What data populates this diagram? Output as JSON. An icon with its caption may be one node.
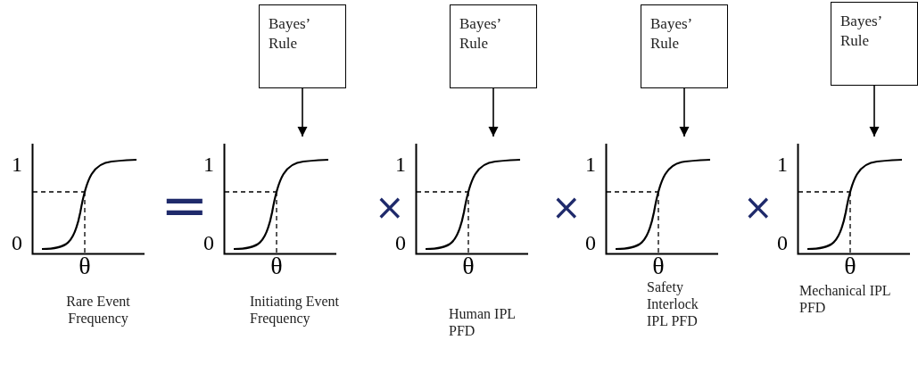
{
  "diagram": {
    "nodes": [
      {
        "text": [
          "Bayes’ Rule"
        ]
      },
      {
        "text": [
          "Bayes’ Rule"
        ]
      },
      {
        "text": [
          "Bayes’ Rule"
        ]
      },
      {
        "text": [
          "Bayes’ Rule"
        ]
      },
      {
        "text": [],
        "shape": "picture",
        "beside": [
          "Rare Event Frequency"
        ]
      },
      {
        "text": [],
        "shape": "picture",
        "beside": [
          "Initiating Event Frequency"
        ]
      },
      {
        "text": [],
        "shape": "picture",
        "beside": [
          "Human IPL PFD"
        ]
      },
      {
        "text": [],
        "shape": "picture",
        "beside": [
          "Safety Interlock IPL PFD"
        ]
      },
      {
        "text": [],
        "shape": "picture",
        "beside": [
          "Mechanical IPL PFD"
        ]
      }
    ],
    "edges": [
      {
        "from": 0,
        "to": 5,
        "arrow": "to"
      },
      {
        "from": 1,
        "to": 6,
        "arrow": "to"
      },
      {
        "from": 2,
        "to": 7,
        "arrow": "to"
      },
      {
        "from": 3,
        "to": 8,
        "arrow": "to"
      }
    ],
    "labels": [
      "1",
      "0",
      "θ",
      "=",
      "1",
      "0",
      "θ",
      "×",
      "1",
      "0",
      "θ",
      "×",
      "1",
      "0",
      "θ",
      "×",
      "1",
      "0",
      "θ"
    ]
  }
}
